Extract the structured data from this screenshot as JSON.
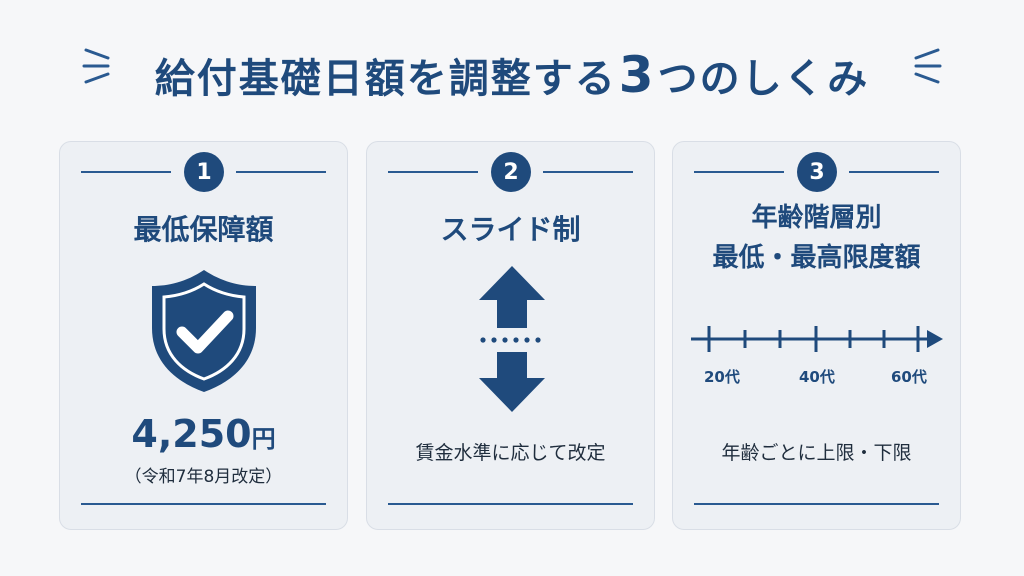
{
  "title": {
    "main": "給付基礎日額を調整する",
    "number": "3",
    "suffix": "つのしくみ"
  },
  "cards": [
    {
      "number": "1",
      "title": "最低保障額",
      "amount": "4,250",
      "unit": "円",
      "note": "（令和7年8月改定）",
      "icon": "shield-check-icon"
    },
    {
      "number": "2",
      "title": "スライド制",
      "caption": "賃金水準に応じて改定",
      "icon": "up-down-arrows-icon"
    },
    {
      "number": "3",
      "title_line1": "年齢階層別",
      "title_line2": "最低・最高限度額",
      "ages": [
        "20代",
        "40代",
        "60代"
      ],
      "caption": "年齢ごとに上限・下限",
      "icon": "age-timeline-icon"
    }
  ],
  "colors": {
    "primary": "#1f4a7c",
    "accent": "#2a5a91",
    "card_bg": "#edf0f4",
    "page_bg": "#f6f7f9"
  }
}
